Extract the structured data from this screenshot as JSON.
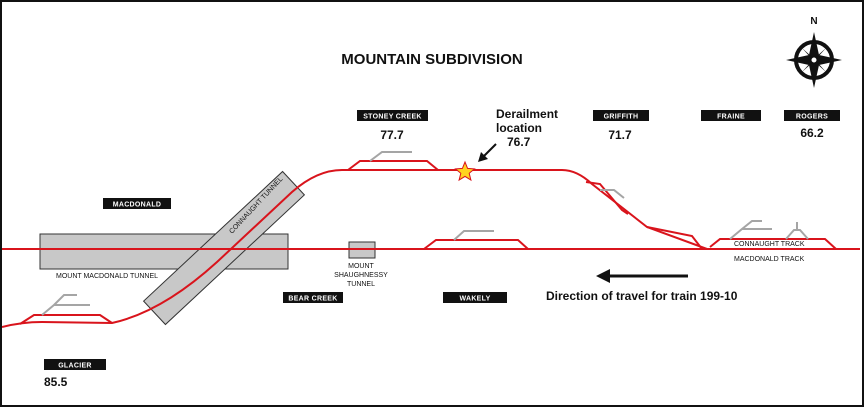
{
  "title": "MOUNTAIN SUBDIVISION",
  "compass": {
    "north_label": "N",
    "icon": "compass-rose-icon"
  },
  "stations": {
    "stoney_creek": {
      "name": "STONEY CREEK",
      "mile": "77.7"
    },
    "griffith": {
      "name": "GRIFFITH",
      "mile": "71.7"
    },
    "fraine": {
      "name": "FRAINE"
    },
    "rogers": {
      "name": "ROGERS",
      "mile": "66.2"
    },
    "macdonald": {
      "name": "MACDONALD"
    },
    "bear_creek": {
      "name": "BEAR CREEK"
    },
    "wakely": {
      "name": "WAKELY"
    },
    "glacier": {
      "name": "GLACIER",
      "mile": "85.5"
    }
  },
  "derailment": {
    "line1": "Derailment",
    "line2": "location",
    "mile": "76.7",
    "icon": "star-icon"
  },
  "tunnels": {
    "connaught": "CONNAUGHT TUNNEL",
    "mount_macdonald": "MOUNT MACDONALD TUNNEL",
    "mount_shaughnessy_line1": "MOUNT",
    "mount_shaughnessy_line2": "SHAUGHNESSY",
    "mount_shaughnessy_line3": "TUNNEL"
  },
  "tracks": {
    "connaught_track": "CONNAUGHT TRACK",
    "macdonald_track": "MACDONALD TRACK"
  },
  "direction": {
    "label": "Direction of travel for train 199-10",
    "icon": "arrow-left-icon"
  },
  "colors": {
    "track": "#d9141c",
    "tunnel_fill": "#c8c8c8",
    "tunnel_stroke": "#333333",
    "siding_gray": "#a5a5a5",
    "tag_bg": "#111111",
    "star": "#ffd21f"
  }
}
